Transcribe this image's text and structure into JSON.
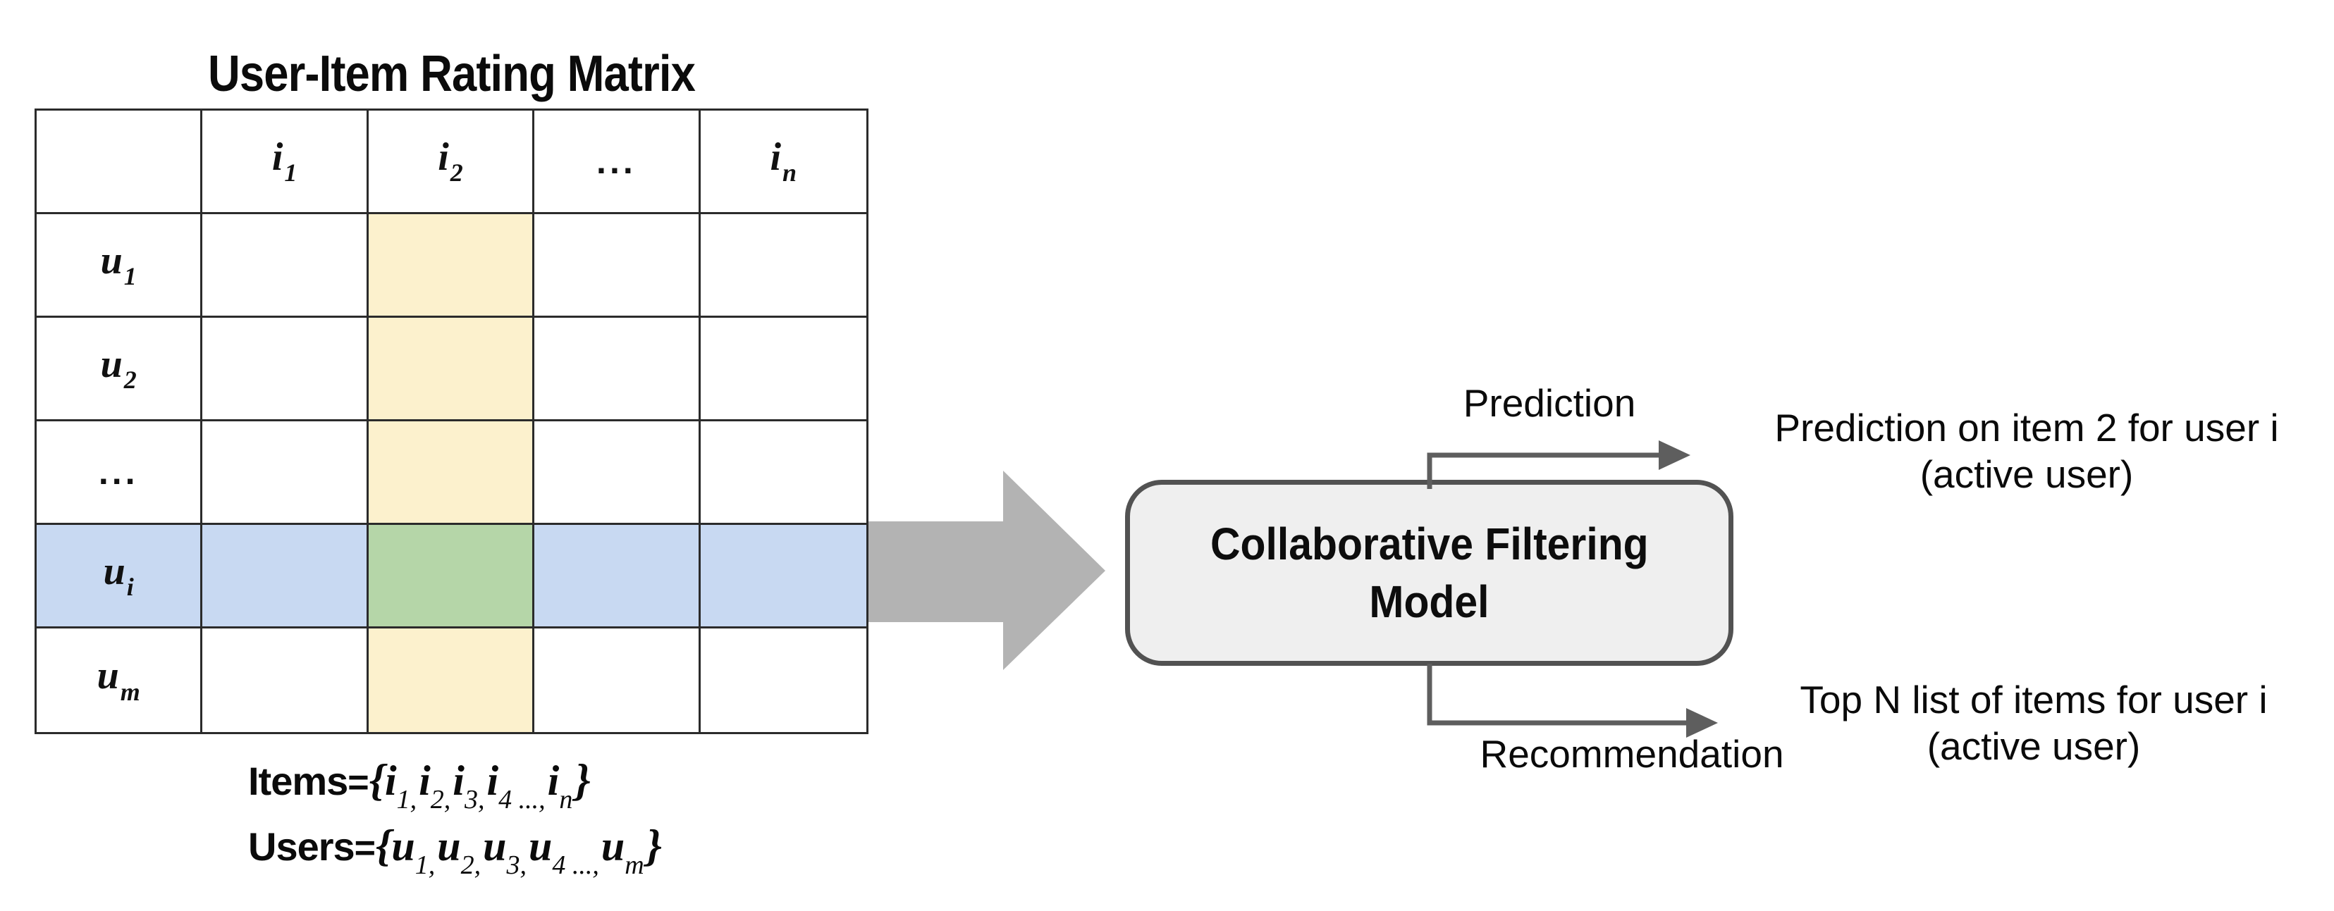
{
  "title": "User-Item Rating Matrix",
  "matrix": {
    "col_headers": [
      {
        "base": "i",
        "sub": "1"
      },
      {
        "base": "i",
        "sub": "2"
      },
      {
        "base": "...",
        "sub": ""
      },
      {
        "base": "i",
        "sub": "n"
      }
    ],
    "row_headers": [
      {
        "base": "u",
        "sub": "1"
      },
      {
        "base": "u",
        "sub": "2"
      },
      {
        "base": "...",
        "sub": ""
      },
      {
        "base": "u",
        "sub": "i"
      },
      {
        "base": "u",
        "sub": "m"
      }
    ],
    "highlighted_item_column": "i2",
    "highlighted_user_row": "ui",
    "intersection_cell": "ui-i2"
  },
  "formulas": {
    "items": {
      "label": "Items",
      "eq": "=",
      "open_brace": "{",
      "terms": [
        {
          "base": "i",
          "sub": "1,"
        },
        {
          "base": "i",
          "sub": "2,"
        },
        {
          "base": "i",
          "sub": "3,"
        },
        {
          "base": "i",
          "sub": "4 ...,"
        },
        {
          "base": "i",
          "sub": "n"
        }
      ],
      "close_brace": "}"
    },
    "users": {
      "label": "Users",
      "eq": "=",
      "open_brace": "{",
      "terms": [
        {
          "base": "u",
          "sub": "1,"
        },
        {
          "base": "u",
          "sub": "2,"
        },
        {
          "base": "u",
          "sub": "3,"
        },
        {
          "base": "u",
          "sub": "4 ...,"
        },
        {
          "base": "u",
          "sub": "m"
        }
      ],
      "close_brace": "}"
    }
  },
  "flow": {
    "model_box": {
      "line1": "Collaborative Filtering",
      "line2": "Model"
    },
    "prediction_label": "Prediction",
    "recommendation_label": "Recommendation",
    "prediction_output": {
      "line1": "Prediction on item 2 for user i",
      "line2": "(active user)"
    },
    "recommendation_output": {
      "line1": "Top N list of items for user i",
      "line2": "(active user)"
    }
  },
  "colors": {
    "column_highlight_yellow": "#fcf1cd",
    "row_highlight_blue": "#c8d9f2",
    "intersection_green": "#b5d6a8",
    "big_arrow_gray": "#b3b3b3",
    "box_fill": "#efefef",
    "box_border": "#525252",
    "thin_arrow_gray": "#5e5e5e",
    "grid_line": "#2b2b2b"
  }
}
